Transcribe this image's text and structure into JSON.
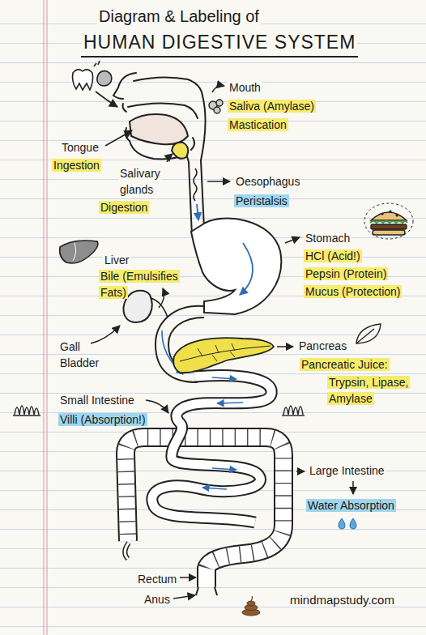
{
  "diagram": {
    "title": "HUMAN DIGESTIVE SYSTEM",
    "labels": [
      "Diagram & Labeling of",
      "Mouth",
      "Saliva (Amylase)",
      "Mastication",
      "Tongue",
      "Ingestion",
      "Salivary glands",
      "Digestion",
      "Oesophagus",
      "Peristalsis",
      "Stomach",
      "HCl (Acid!)",
      "Pepsin (Protein)",
      "Mucus (Protection)",
      "Liver",
      "Bile (Emulsifies Fats)",
      "Gall Bladder",
      "Pancreas",
      "Pancreatic Juice:",
      "Trypsin, Lipase, Amylase",
      "Small Intestine",
      "Villi (Absorption!)",
      "Large Intestine",
      "Water Absorption",
      "Rectum",
      "Anus",
      "mindmapstudy.com"
    ]
  }
}
